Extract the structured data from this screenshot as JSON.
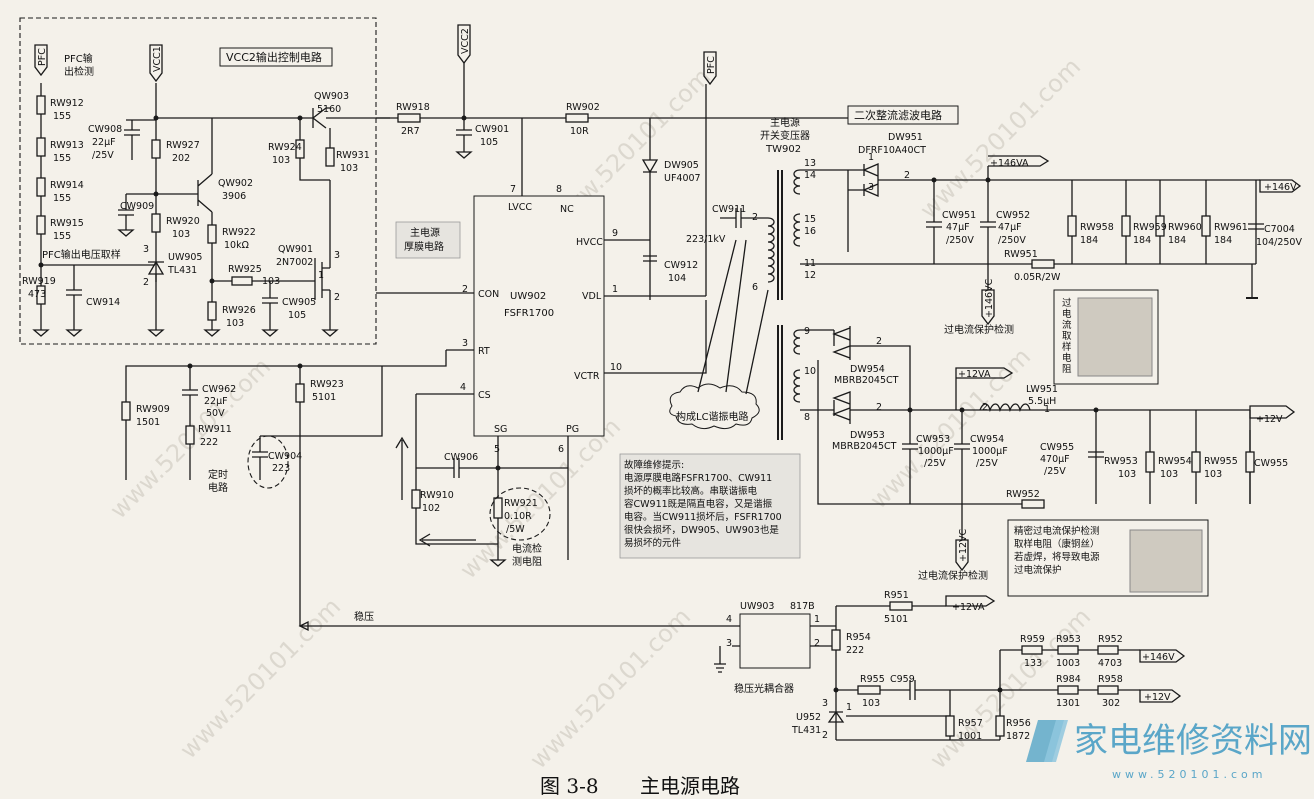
{
  "caption": {
    "figure": "图 3-8",
    "title": "主电源电路"
  },
  "watermark": {
    "site": "www.520101.com",
    "logo_text": "家电维修资料网",
    "logo_url": "www.520101.com"
  },
  "blocks": {
    "vcc2_ctrl": "VCC2输出控制电路",
    "main_ic": "主电源\n厚膜电路",
    "secondary": "二次整流滤波电路",
    "lc_resonance": "构成LC谐振电路",
    "transformer": "主电源\n开关变压器\nTW902"
  },
  "rails": {
    "pfc": "PFC",
    "vcc1": "VCC1",
    "vcc2": "VCC2",
    "pfc2": "PFC",
    "v146a": "+146VA",
    "v146": "+146V",
    "v146c": "+146VC",
    "v12a": "+12VA",
    "v12": "+12V",
    "v12c": "+12VC"
  },
  "labels": {
    "pfc_detect": "PFC输\n出检测",
    "pfc_sample": "PFC输出电压取样",
    "timing": "定时\n电路",
    "cur_detect_res": "电流检\n测电阻",
    "oc_detect1": "过电流保护检测",
    "oc_detect2": "过电流保护检测",
    "oc_sample": "过\n电\n流\n取\n样\n电\n阻",
    "regulation": "稳压",
    "optocoupler": "稳压光耦合器",
    "fault_tip": "故障维修提示:\n电源厚膜电路FSFR1700、CW911\n损坏的概率比较高。串联谐振电\n容CW911既是隔直电容，又是谐振\n电容。当CW911损坏后，FSFR1700\n很快会损坏，DW905、UW903也是\n易损坏的元件",
    "precision_res": "精密过电流保护检测\n取样电阻（康铜丝）\n若虚焊，将导致电源\n过电流保护"
  },
  "ic": {
    "ref": "UW902",
    "part": "FSFR1700",
    "pins": {
      "lvcc": "LVCC",
      "nc": "NC",
      "hvcc": "HVCC",
      "con": "CON",
      "vdl": "VDL",
      "rt": "RT",
      "cs": "CS",
      "vctr": "VCTR",
      "sg": "SG",
      "pg": "PG"
    },
    "pin_nums": {
      "lvcc": "7",
      "nc": "8",
      "hvcc": "9",
      "con": "2",
      "vdl": "1",
      "rt": "3",
      "cs": "4",
      "vctr": "10",
      "sg": "5",
      "pg": "6"
    }
  },
  "components": {
    "rw912": [
      "RW912",
      "155"
    ],
    "rw913": [
      "RW913",
      "155"
    ],
    "rw914": [
      "RW914",
      "155"
    ],
    "rw915": [
      "RW915",
      "155"
    ],
    "rw919": [
      "RW919",
      "473"
    ],
    "cw914": "CW914",
    "cw908": [
      "CW908",
      "22μF",
      "/25V"
    ],
    "rw927": [
      "RW927",
      "202"
    ],
    "cw909": "CW909",
    "rw920": [
      "RW920",
      "103"
    ],
    "qw902": [
      "QW902",
      "3906"
    ],
    "uw905": [
      "UW905",
      "TL431"
    ],
    "rw922": [
      "RW922",
      "10kΩ"
    ],
    "rw925": [
      "RW925",
      "103"
    ],
    "rw926": [
      "RW926",
      "103"
    ],
    "cw905": [
      "CW905",
      "105"
    ],
    "qw901": [
      "QW901",
      "2N7002"
    ],
    "qw903": [
      "QW903",
      "5160"
    ],
    "rw924": [
      "RW924",
      "103"
    ],
    "rw931": [
      "RW931",
      "103"
    ],
    "rw918": [
      "RW918",
      "2R7"
    ],
    "cw901": [
      "CW901",
      "105"
    ],
    "rw902": [
      "RW902",
      "10R"
    ],
    "dw905": [
      "DW905",
      "UF4007"
    ],
    "cw912": [
      "CW912",
      "104"
    ],
    "cw911": [
      "CW911",
      "223/1kV"
    ],
    "rw909": [
      "RW909",
      "1501"
    ],
    "cw962": [
      "CW962",
      "22μF",
      "50V"
    ],
    "rw911": [
      "RW911",
      "222"
    ],
    "rw923": [
      "RW923",
      "5101"
    ],
    "cw904": [
      "CW904",
      "223"
    ],
    "cw906": "CW906",
    "rw910": [
      "RW910",
      "102"
    ],
    "rw921": [
      "RW921",
      "0.10R",
      "/5W"
    ],
    "dw951": [
      "DW951",
      "DFRF10A40CT"
    ],
    "cw951": [
      "CW951",
      "47μF",
      "/250V"
    ],
    "cw952": [
      "CW952",
      "47μF",
      "/250V"
    ],
    "rw958": [
      "RW958",
      "184"
    ],
    "rw959": [
      "RW959",
      "184"
    ],
    "rw960": [
      "RW960",
      "184"
    ],
    "rw961": [
      "RW961",
      "184"
    ],
    "c7004": [
      "C7004",
      "104/250V"
    ],
    "rw951": [
      "RW951",
      "0.05R/2W"
    ],
    "dw954": [
      "DW954",
      "MBRB2045CT"
    ],
    "dw953": [
      "DW953",
      "MBRB2045CT"
    ],
    "lw951": [
      "LW951",
      "5.5μH"
    ],
    "cw953": [
      "CW953",
      "1000μF",
      "/25V"
    ],
    "cw954": [
      "CW954",
      "1000μF",
      "/25V"
    ],
    "cw955": [
      "CW955",
      "470μF",
      "/25V"
    ],
    "rw953": [
      "RW953",
      "103"
    ],
    "rw954": [
      "RW954",
      "103"
    ],
    "rw955": [
      "RW955",
      "103"
    ],
    "cw955b": "CW955",
    "rw952": "RW952",
    "uw903": [
      "UW903",
      "817B"
    ],
    "r951": [
      "R951",
      "5101"
    ],
    "r954": [
      "R954",
      "222"
    ],
    "r955": [
      "R955",
      "103"
    ],
    "c959": "C959",
    "u952": [
      "U952",
      "TL431"
    ],
    "r957": [
      "R957",
      "1001"
    ],
    "r956": [
      "R956",
      "1872"
    ],
    "r959": [
      "R959",
      "133"
    ],
    "r953": [
      "R953",
      "1003"
    ],
    "r952": [
      "R952",
      "4703"
    ],
    "r984": [
      "R984",
      "1301"
    ],
    "r958": [
      "R958",
      "302"
    ]
  }
}
